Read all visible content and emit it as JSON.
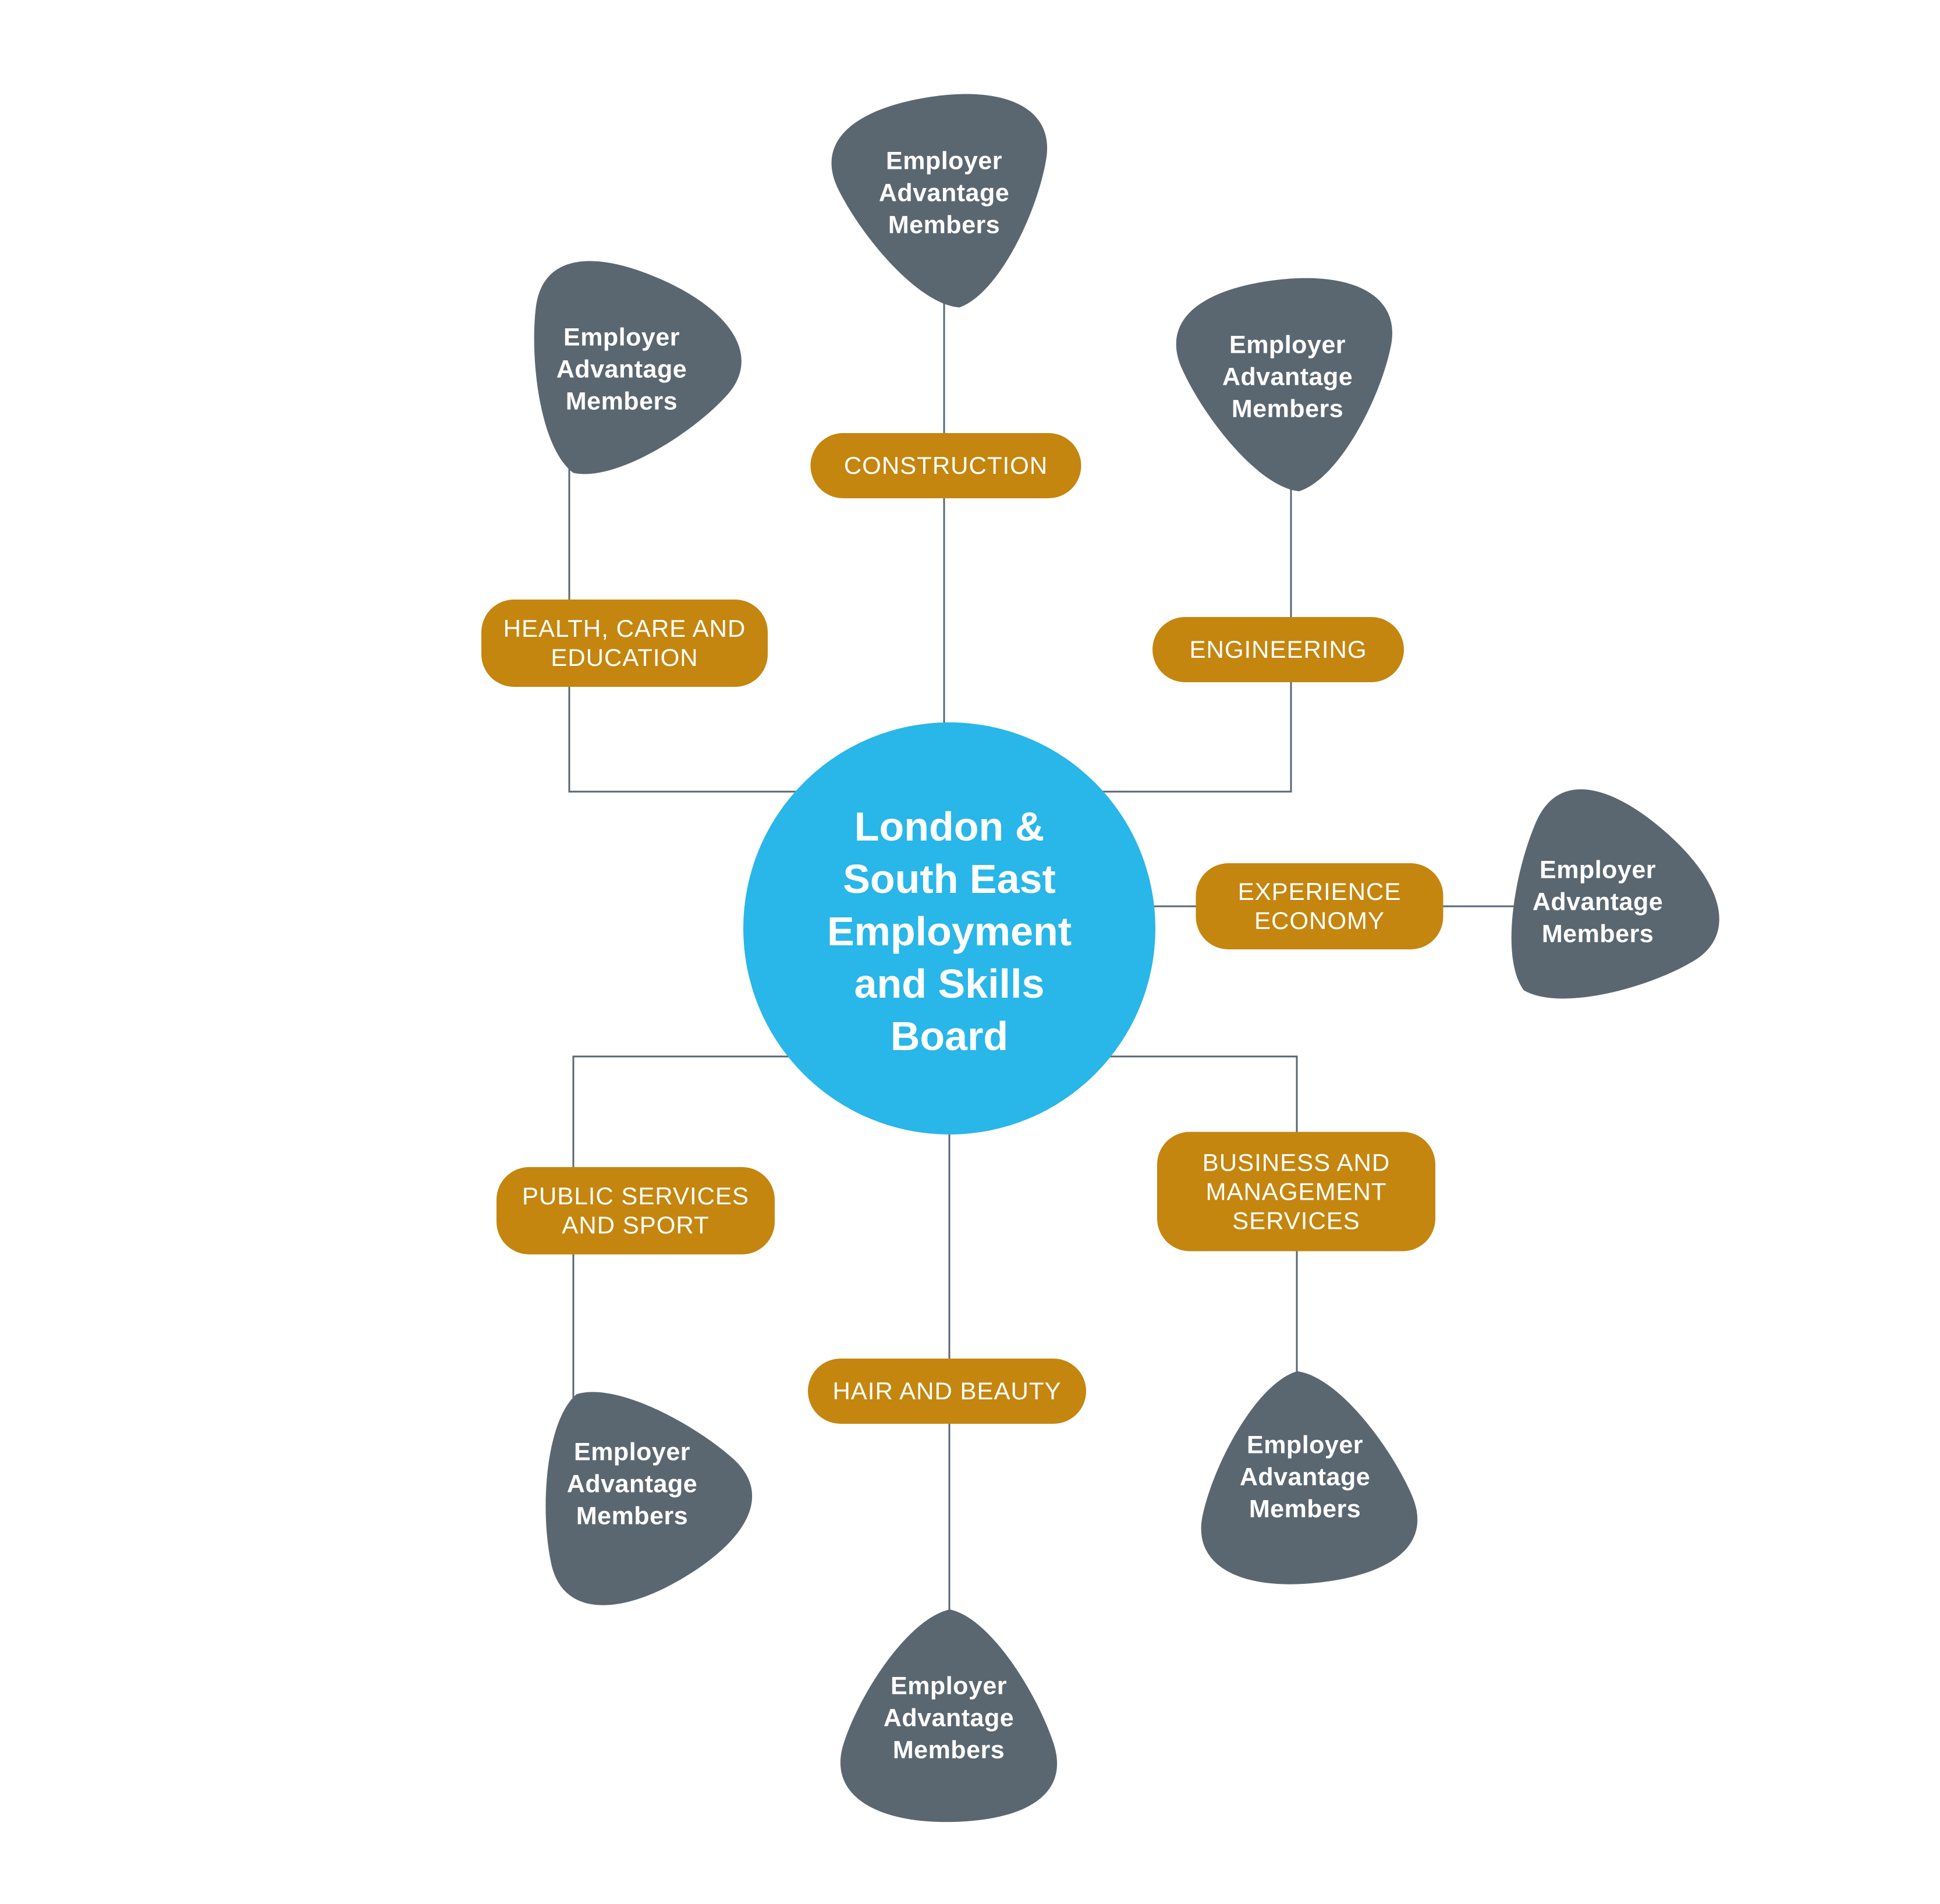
{
  "diagram": {
    "center": {
      "title": "London &\nSouth East\nEmployment\nand Skills\nBoard"
    },
    "member_label": "Employer\nAdvantage\nMembers",
    "member_count": 7,
    "sectors": [
      {
        "id": "construction",
        "label": "CONSTRUCTION"
      },
      {
        "id": "health-care-education",
        "label": "HEALTH, CARE AND\nEDUCATION"
      },
      {
        "id": "engineering",
        "label": "ENGINEERING"
      },
      {
        "id": "experience-economy",
        "label": "EXPERIENCE\nECONOMY"
      },
      {
        "id": "public-services-sport",
        "label": "PUBLIC SERVICES\nAND SPORT"
      },
      {
        "id": "business-management-services",
        "label": "BUSINESS AND\nMANAGEMENT\nSERVICES"
      },
      {
        "id": "hair-beauty",
        "label": "HAIR AND BEAUTY"
      }
    ],
    "colors": {
      "hub": "#29B6E8",
      "sector_pill": "#C4860F",
      "member_blob": "#5B6770",
      "connector_line": "#5B6770",
      "text": "#FFFFFF"
    }
  }
}
